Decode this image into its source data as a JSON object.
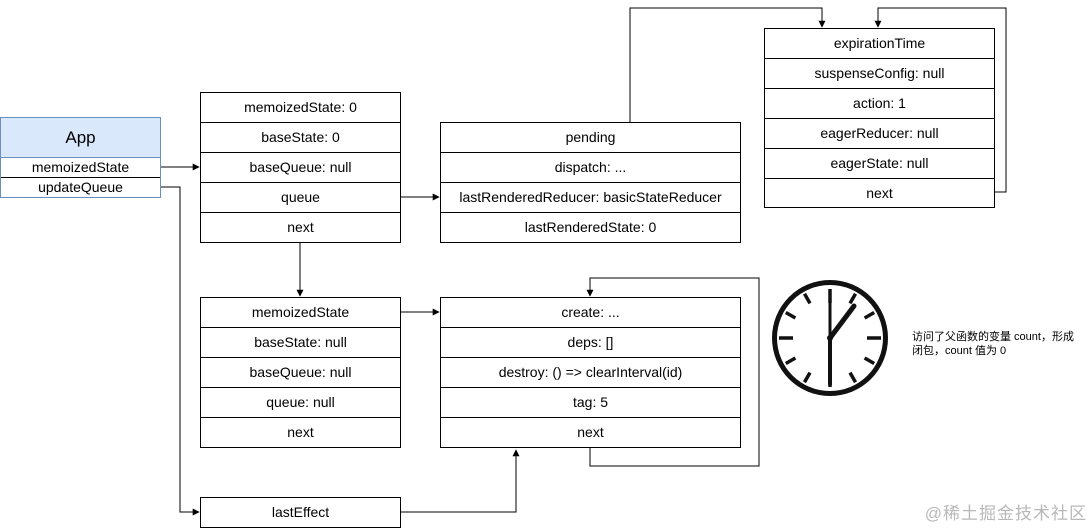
{
  "app": {
    "title": "App",
    "fields": [
      "memoizedState",
      "updateQueue"
    ]
  },
  "hook1": {
    "fields": [
      "memoizedState: 0",
      "baseState: 0",
      "baseQueue: null",
      "queue",
      "next"
    ]
  },
  "queue_box": {
    "fields": [
      "pending",
      "dispatch: ...",
      "lastRenderedReducer: basicStateReducer",
      "lastRenderedState: 0"
    ]
  },
  "update_box": {
    "fields": [
      "expirationTime",
      "suspenseConfig: null",
      "action: 1",
      "eagerReducer: null",
      "eagerState: null",
      "next"
    ]
  },
  "hook2": {
    "fields": [
      "memoizedState",
      "baseState: null",
      "baseQueue: null",
      "queue: null",
      "next"
    ]
  },
  "effect_box": {
    "fields": [
      "create:  ...",
      "deps: []",
      "destroy: () => clearInterval(id)",
      "tag: 5",
      "next"
    ]
  },
  "last_effect": {
    "label": "lastEffect"
  },
  "clock": {
    "icon": "clock-icon"
  },
  "note": {
    "text": "访问了父函数的变量 count，形成\n闭包，count 值为 0"
  },
  "watermark": {
    "text": "@稀土掘金技术社区"
  },
  "colors": {
    "app_header": "#dae8fc",
    "app_header_border": "#6c8ebf"
  }
}
